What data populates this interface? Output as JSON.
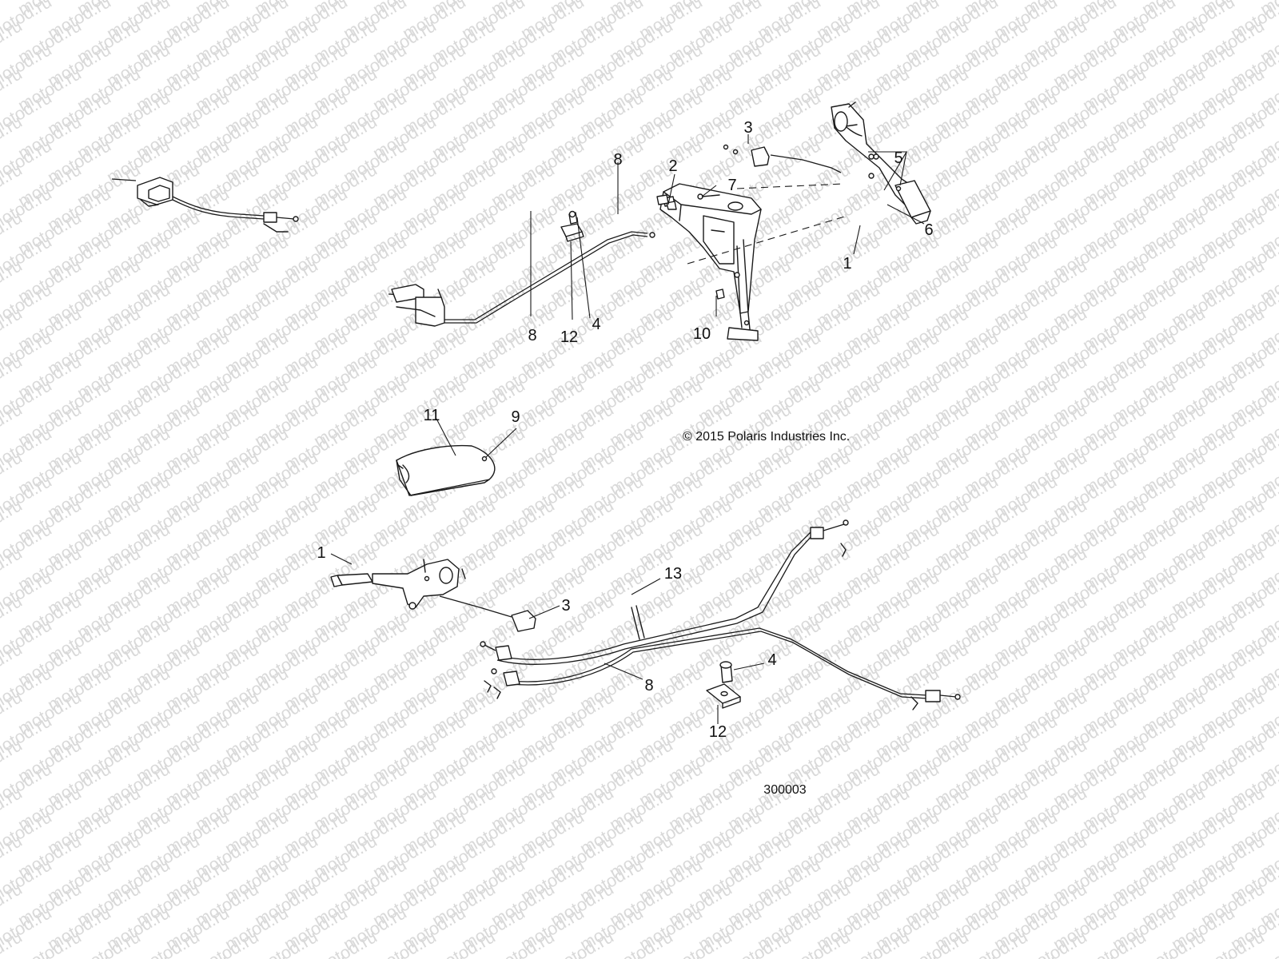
{
  "watermark": {
    "text": "motod.ru",
    "color": "#d9d9d9"
  },
  "copyright": "© 2015 Polaris Industries Inc.",
  "figure_id": "300003",
  "line_color": "#1a1a1a",
  "callouts": {
    "top": [
      "1",
      "2",
      "3",
      "4",
      "5",
      "6",
      "7",
      "8",
      "8",
      "10",
      "12"
    ],
    "middle": [
      "11",
      "9"
    ],
    "bottom": [
      "1",
      "3",
      "13",
      "8",
      "4",
      "12"
    ]
  }
}
